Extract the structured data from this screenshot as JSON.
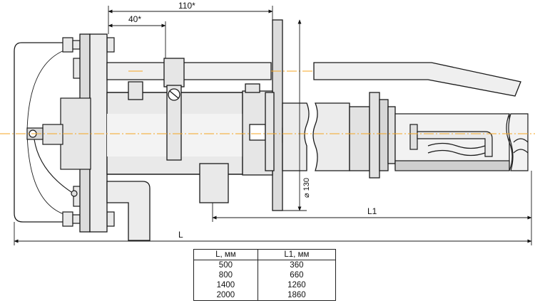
{
  "dimensions": {
    "overall_top": "110*",
    "flange_offset": "40*",
    "diameter": "⌀ 130",
    "insert_length": "L1",
    "total_length": "L"
  },
  "table": {
    "headers": [
      "L, мм",
      "L1, мм"
    ],
    "rows": [
      [
        "500",
        "360"
      ],
      [
        "800",
        "660"
      ],
      [
        "1400",
        "1260"
      ],
      [
        "2000",
        "1860"
      ]
    ]
  },
  "colors": {
    "line": "#1a1a1a",
    "body_fill": "#e6e6e6",
    "shade_fill": "#cfcfcf",
    "axis_line": "#f5a623",
    "tube_fill": "#ececec"
  }
}
